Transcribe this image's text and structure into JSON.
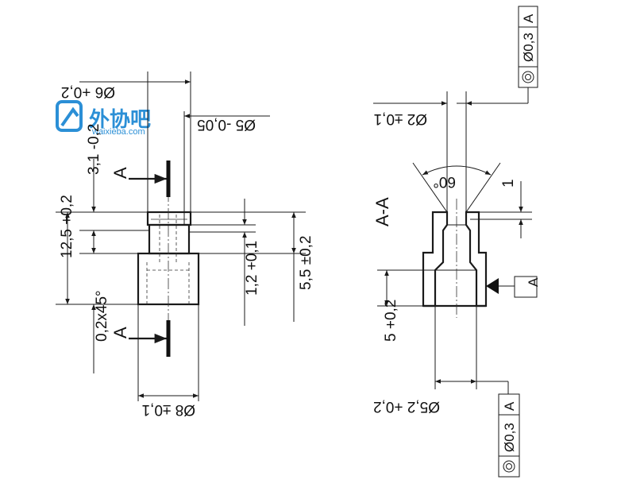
{
  "logo": {
    "brand_text": "外协吧",
    "site_text": "waixieba.com"
  },
  "left_view": {
    "dim_d6": "Ø6 +0,2",
    "dim_d5": "Ø5 -0,05",
    "dim_len31": "3,1 -0,2",
    "dim_len125": "12,5 +0,2",
    "dim_chamfer": "0,2x45°",
    "dim_len12": "1,2 +0,1",
    "dim_len55": "5,5 ±0,2",
    "dim_d8": "Ø8 ±0,1",
    "section_mark_top": "A",
    "section_mark_bottom": "A"
  },
  "section_view": {
    "title": "A-A",
    "dim_d2": "Ø2 ±0,1",
    "dim_angle": "60°",
    "dim_one": "1",
    "dim_five": "5 +0,2",
    "dim_d52": "Ø5,2 +0,2",
    "datum_label": "A",
    "tol_top": {
      "value": "Ø0,3",
      "datum": "A"
    },
    "tol_bottom": {
      "value": "Ø0,3",
      "datum": "A"
    }
  },
  "colors": {
    "logo": "#2b8fd6",
    "lines": "#1a1a1a"
  }
}
